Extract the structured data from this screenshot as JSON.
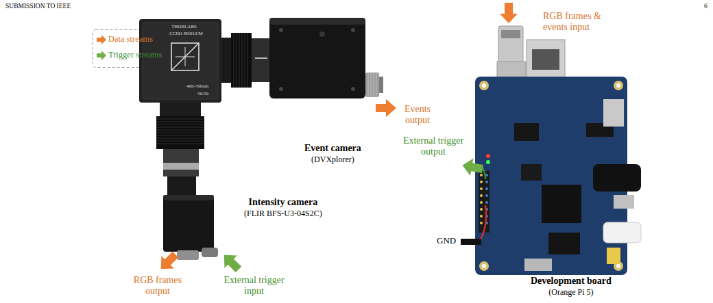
{
  "diagram": {
    "nodes": [
      {
        "text": [
          "Event camera",
          "(DVXplorer)"
        ]
      },
      {
        "text": [
          "Intensity camera",
          "(FLIR BFS-U3-04S2C)"
        ]
      },
      {
        "text": [
          "Development board",
          "(Orange Pi 5)"
        ]
      }
    ],
    "labels": [
      "SUBMISSION TO IEEE",
      "6",
      "THORLABS",
      "CCM1-BS013/M",
      "400-700nm",
      "50:50",
      "Events output",
      "RGB frames & events input",
      "External trigger output",
      "GND",
      "RGB frames output",
      "External trigger input"
    ],
    "legend": [
      {
        "text": "Data streams",
        "color": "#ED7D31"
      },
      {
        "text": "Trigger streams",
        "color": "#70AD47"
      }
    ]
  }
}
